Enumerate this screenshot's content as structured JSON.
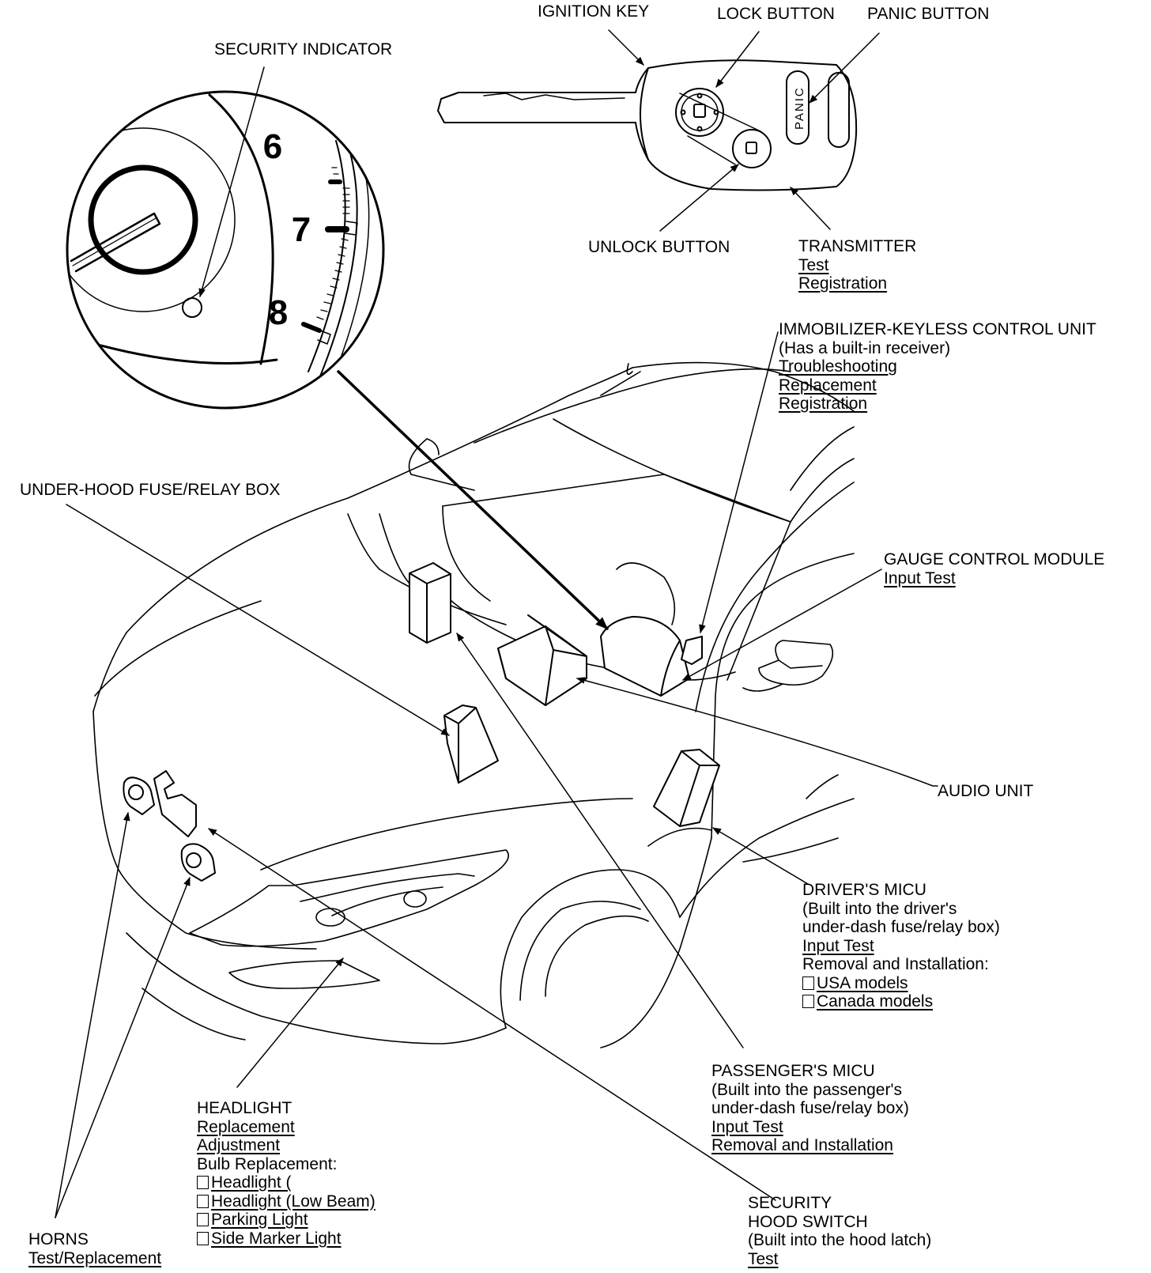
{
  "gauge": {
    "n6": "6",
    "n7": "7",
    "n8": "8"
  },
  "key": {
    "panic_text": "PANIC"
  },
  "labels": {
    "ignition_key": "IGNITION KEY",
    "lock_button": "LOCK BUTTON",
    "panic_button": "PANIC BUTTON",
    "security_indicator": "SECURITY INDICATOR",
    "unlock_button": "UNLOCK BUTTON",
    "transmitter": {
      "title": "TRANSMITTER",
      "links": [
        "Test",
        "Registration"
      ]
    },
    "immobilizer": {
      "title": "IMMOBILIZER-KEYLESS CONTROL UNIT",
      "note": "(Has a built-in receiver)",
      "links": [
        "Troubleshooting",
        "Replacement",
        "Registration"
      ]
    },
    "under_hood_fuse": "UNDER-HOOD FUSE/RELAY BOX",
    "gauge_control": {
      "title": "GAUGE CONTROL MODULE",
      "links": [
        "Input Test"
      ]
    },
    "audio_unit": "AUDIO UNIT",
    "drivers_micu": {
      "title": "DRIVER'S MICU",
      "note1": "(Built into the driver's",
      "note2": "under-dash fuse/relay box)",
      "link1": "Input Test",
      "plain": "Removal and Installation:",
      "box_links": [
        "USA models",
        "Canada models"
      ]
    },
    "passengers_micu": {
      "title": "PASSENGER'S MICU",
      "note1": "(Built into the passenger's",
      "note2": "under-dash fuse/relay box)",
      "links": [
        "Input Test",
        "Removal and Installation"
      ]
    },
    "headlight": {
      "title": "HEADLIGHT",
      "links": [
        "Replacement",
        "Adjustment"
      ],
      "plain": "Bulb Replacement:",
      "box_links": [
        "Headlight (",
        "Headlight (Low Beam)",
        "Parking Light",
        "Side Marker Light"
      ]
    },
    "security_hood": {
      "title1": "SECURITY",
      "title2": "HOOD SWITCH",
      "note": "(Built into the hood latch)",
      "link": "Test"
    },
    "horns": {
      "title": "HORNS",
      "link": "Test/Replacement"
    }
  }
}
